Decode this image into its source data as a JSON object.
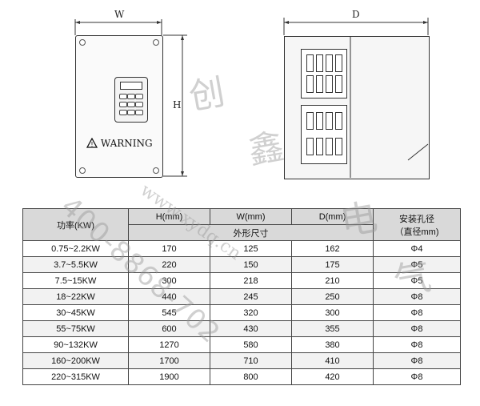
{
  "drawing": {
    "width_label": "W",
    "height_label": "H",
    "depth_label": "D",
    "warning_text": "WARNING",
    "warning_icon": "warning-triangle-icon"
  },
  "table": {
    "headers": {
      "power": "功率(KW)",
      "h": "H(mm)",
      "w": "W(mm)",
      "d": "D(mm)",
      "hole": "安装孔径",
      "hole_sub": "（直径mm)",
      "outline": "外形尺寸"
    },
    "rows": [
      {
        "power": "0.75~2.2KW",
        "h": "170",
        "w": "125",
        "d": "162",
        "hole": "Φ4"
      },
      {
        "power": "3.7~5.5KW",
        "h": "220",
        "w": "150",
        "d": "175",
        "hole": "Φ5"
      },
      {
        "power": "7.5~15KW",
        "h": "300",
        "w": "218",
        "d": "210",
        "hole": "Φ5"
      },
      {
        "power": "18~22KW",
        "h": "440",
        "w": "245",
        "d": "250",
        "hole": "Φ8"
      },
      {
        "power": "30~45KW",
        "h": "545",
        "w": "320",
        "d": "300",
        "hole": "Φ8"
      },
      {
        "power": "55~75KW",
        "h": "600",
        "w": "430",
        "d": "355",
        "hole": "Φ8"
      },
      {
        "power": "90~132KW",
        "h": "1270",
        "w": "580",
        "d": "380",
        "hole": "Φ8"
      },
      {
        "power": "160~200KW",
        "h": "1700",
        "w": "710",
        "d": "410",
        "hole": "Φ8"
      },
      {
        "power": "220~315KW",
        "h": "1900",
        "w": "800",
        "d": "420",
        "hole": "Φ8"
      }
    ]
  },
  "watermark": {
    "url": "www.xydq.cn",
    "phone": "400-8868-702",
    "chars": [
      "创",
      "鑫",
      "电",
      "气"
    ]
  }
}
